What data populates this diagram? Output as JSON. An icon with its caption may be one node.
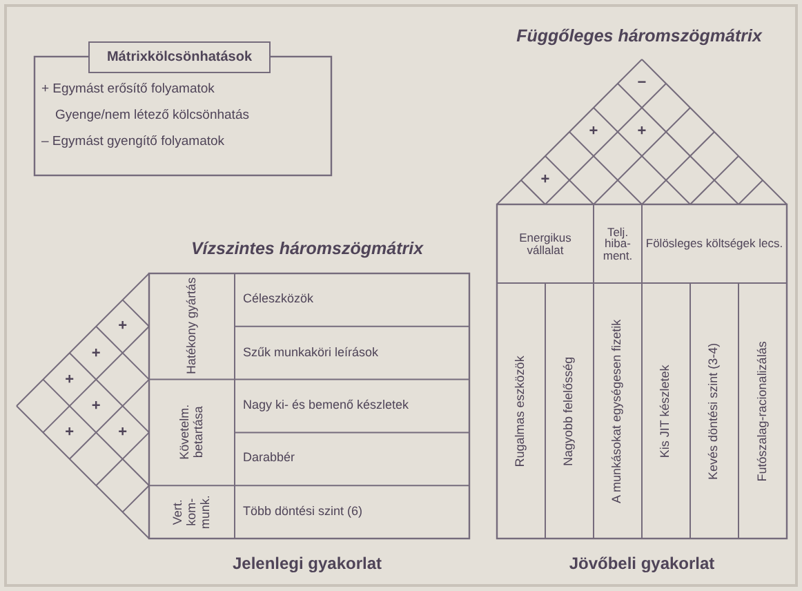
{
  "diagram": {
    "labels": [
      "Mátrixkölcsönhatások",
      "+ Egymást erősítő folyamatok",
      "Gyenge/nem létező kölcsönhatás",
      "– Egymást gyengítő folyamatok",
      "Függőleges háromszögmátrix",
      "−",
      "+",
      "+",
      "+",
      "Vízszintes háromszögmátrix",
      "Energikus vállalat",
      "Telj. hiba-ment.",
      "Fölösleges költségek lecs.",
      "+",
      "+",
      "+",
      "+",
      "+",
      "+",
      "Hatékony gyártás",
      "Céleszközök",
      "Szűk munkaköri leírások",
      "Követelm. betartása",
      "Nagy ki- és bemenő készletek",
      "Darabbér",
      "Vert. kom-munk.",
      "Több döntési szint (6)",
      "Rugalmas eszközök",
      "Nagyobb felelősség",
      "A munkásokat egységesen fizetik",
      "Kis JIT készletek",
      "Kevés döntési szint (3-4)",
      "Futószalag-racionalizálás",
      "Jelenlegi gyakorlat",
      "Jövőbeli gyakorlat"
    ]
  }
}
